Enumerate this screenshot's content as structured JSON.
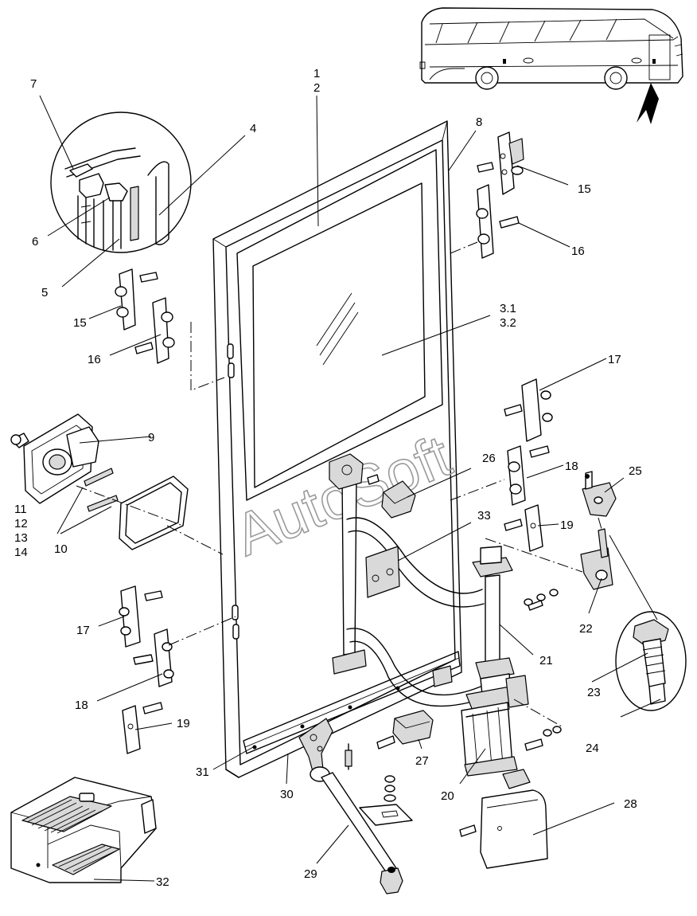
{
  "watermark": "AutoSoft",
  "callouts": [
    {
      "id": "c1",
      "text": "1"
    },
    {
      "id": "c2",
      "text": "2"
    },
    {
      "id": "c3-1",
      "text": "3.1"
    },
    {
      "id": "c3-2",
      "text": "3.2"
    },
    {
      "id": "c4",
      "text": "4"
    },
    {
      "id": "c5",
      "text": "5"
    },
    {
      "id": "c6",
      "text": "6"
    },
    {
      "id": "c7",
      "text": "7"
    },
    {
      "id": "c8",
      "text": "8"
    },
    {
      "id": "c9",
      "text": "9"
    },
    {
      "id": "c10",
      "text": "10"
    },
    {
      "id": "c11",
      "text": "11"
    },
    {
      "id": "c12",
      "text": "12"
    },
    {
      "id": "c13",
      "text": "13"
    },
    {
      "id": "c14",
      "text": "14"
    },
    {
      "id": "c15-a",
      "text": "15"
    },
    {
      "id": "c15-b",
      "text": "15"
    },
    {
      "id": "c16-a",
      "text": "16"
    },
    {
      "id": "c16-b",
      "text": "16"
    },
    {
      "id": "c17-a",
      "text": "17"
    },
    {
      "id": "c17-b",
      "text": "17"
    },
    {
      "id": "c18-a",
      "text": "18"
    },
    {
      "id": "c18-b",
      "text": "18"
    },
    {
      "id": "c19-a",
      "text": "19"
    },
    {
      "id": "c19-b",
      "text": "19"
    },
    {
      "id": "c20",
      "text": "20"
    },
    {
      "id": "c21",
      "text": "21"
    },
    {
      "id": "c22",
      "text": "22"
    },
    {
      "id": "c23",
      "text": "23"
    },
    {
      "id": "c24",
      "text": "24"
    },
    {
      "id": "c25",
      "text": "25"
    },
    {
      "id": "c26",
      "text": "26"
    },
    {
      "id": "c27",
      "text": "27"
    },
    {
      "id": "c28",
      "text": "28"
    },
    {
      "id": "c29",
      "text": "29"
    },
    {
      "id": "c30",
      "text": "30"
    },
    {
      "id": "c31",
      "text": "31"
    },
    {
      "id": "c32",
      "text": "32"
    },
    {
      "id": "c33",
      "text": "33"
    }
  ]
}
